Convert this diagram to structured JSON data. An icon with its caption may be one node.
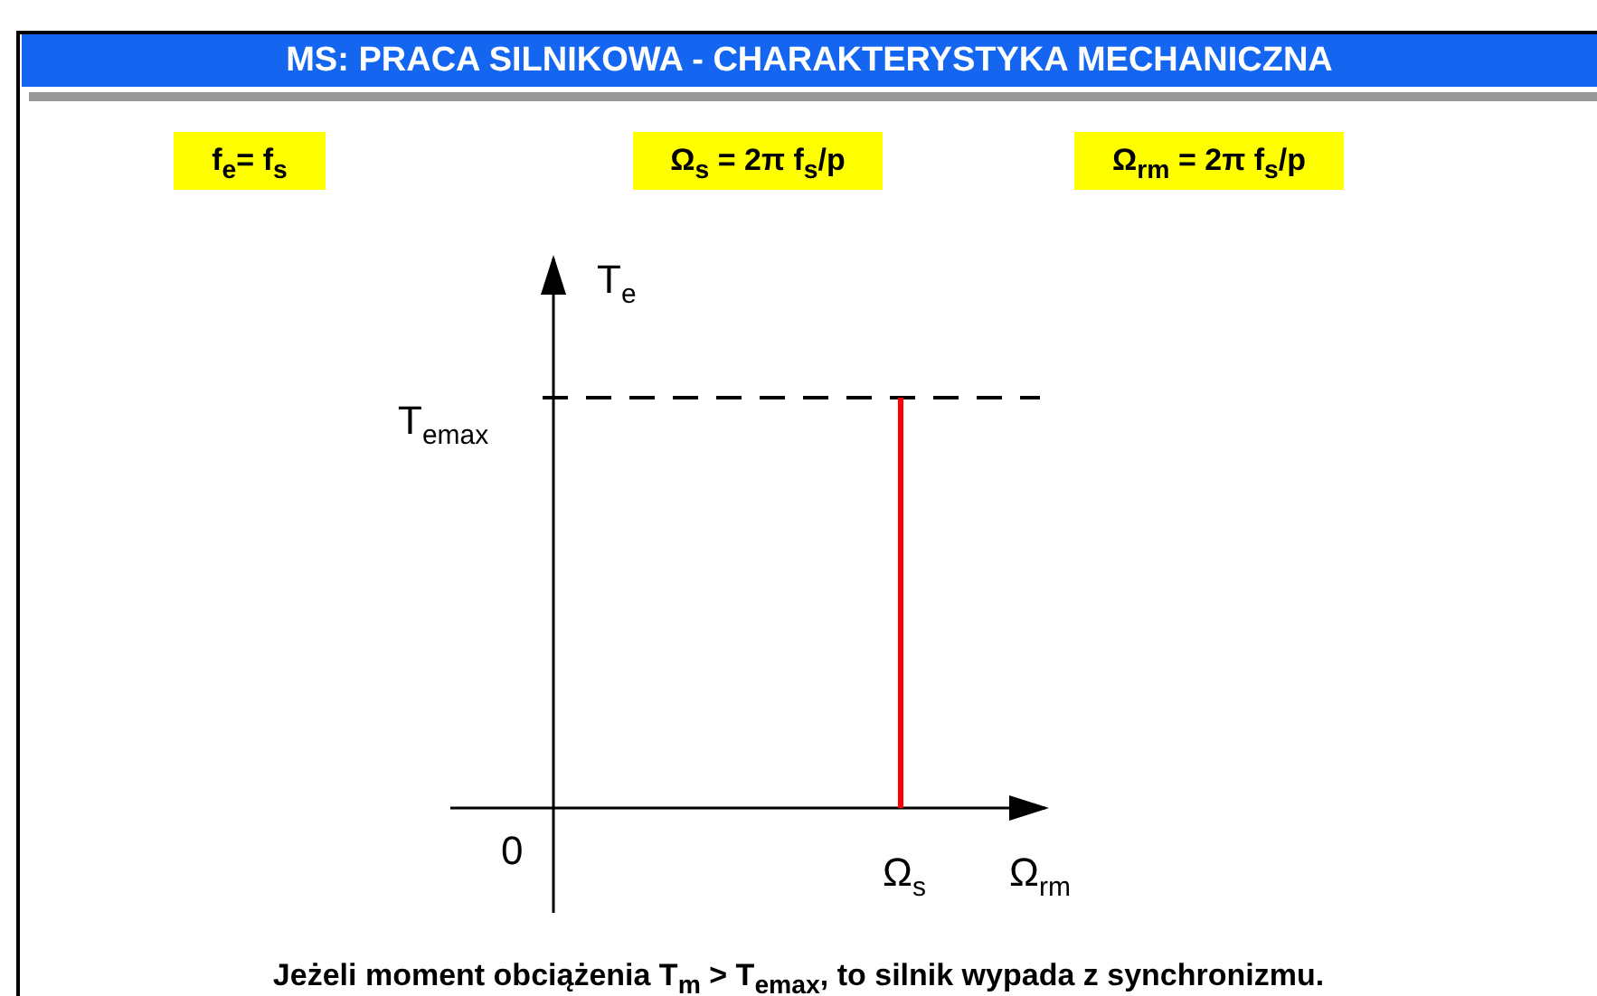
{
  "diagram": {
    "title": "MS: PRACA SILNIKOWA - CHARAKTERYSTYKA MECHANICZNA",
    "nodes": [
      {
        "text": [
          "f$_{e}$= f$_{s}$"
        ]
      },
      {
        "text": [
          "Ω$_{s}$ = 2π f$_{s}$/p"
        ]
      },
      {
        "text": [
          "Ω$_{rm}$ = 2π f$_{s}$/p"
        ]
      }
    ],
    "labels": [
      "T$_{e}$",
      "T$_{emax}$",
      "0",
      "Ω$_{s}$",
      "Ω$_{rm}$"
    ],
    "caption": "Jeżeli moment obciążenia T$_{m}$  > T$_{emax}$, to silnik wypada z synchronizmu."
  }
}
